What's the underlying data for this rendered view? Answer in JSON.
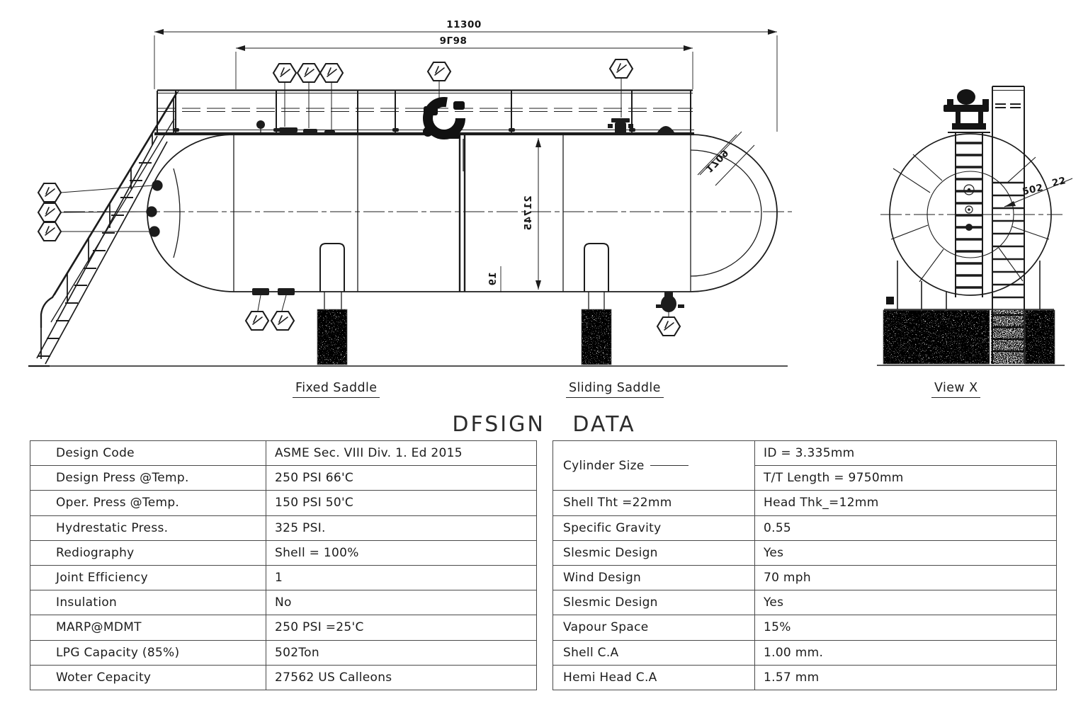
{
  "title": "DFSIGN DATA",
  "view_labels": {
    "fixed_saddle": "Fixed Saddle",
    "sliding_saddle": "Sliding Saddle",
    "view_x": "View X"
  },
  "dimensions": {
    "overall_length": "11300",
    "tangent_length": "9Γ98",
    "vertical_diameter": "21745",
    "bottom_offset": "19",
    "head_radius": "1709",
    "end_view_leader_a": "502",
    "end_view_leader_b": "22"
  },
  "tables": {
    "left": {
      "rows": [
        {
          "label": "Design Code",
          "value": "ASME Sec. VIII Div. 1. Ed 2015"
        },
        {
          "label": "Design Press @Temp.",
          "value": "250 PSI 66'C"
        },
        {
          "label": "Oper. Press @Temp.",
          "value": "150 PSI 50'C"
        },
        {
          "label": "Hydrestatic Press.",
          "value": "325 PSI."
        },
        {
          "label": "Rediography",
          "value": "Shell = 100%"
        },
        {
          "label": "Joint Efficiency",
          "value": "1"
        },
        {
          "label": "Insulation",
          "value": "No"
        },
        {
          "label": "MARP@MDMT",
          "value": "250 PSI =25'C"
        },
        {
          "label": "LPG Capacity (85%)",
          "value": "502Ton"
        },
        {
          "label": "Woter Cepacity",
          "value": "27562 US Calleons"
        }
      ]
    },
    "right": {
      "cylinder_label": "Cylinder Size",
      "cylinder_values": [
        "ID = 3.335mm",
        "T/T Length = 9750mm"
      ],
      "rows": [
        {
          "label": "Shell Tht =22mm",
          "value": "Head Thk_=12mm"
        },
        {
          "label": "Specific Gravity",
          "value": "0.55"
        },
        {
          "label": "Slesmic Design",
          "value": "Yes"
        },
        {
          "label": "Wind Design",
          "value": "70 mph"
        },
        {
          "label": "Slesmic Design",
          "value": "Yes"
        },
        {
          "label": "Vapour Space",
          "value": "15%"
        },
        {
          "label": "Shell C.A",
          "value": "1.00 mm."
        },
        {
          "label": "Hemi Head C.A",
          "value": "1.57 mm"
        }
      ]
    }
  },
  "colors": {
    "ink": "#1c1c1c",
    "paper": "#ffffff"
  }
}
